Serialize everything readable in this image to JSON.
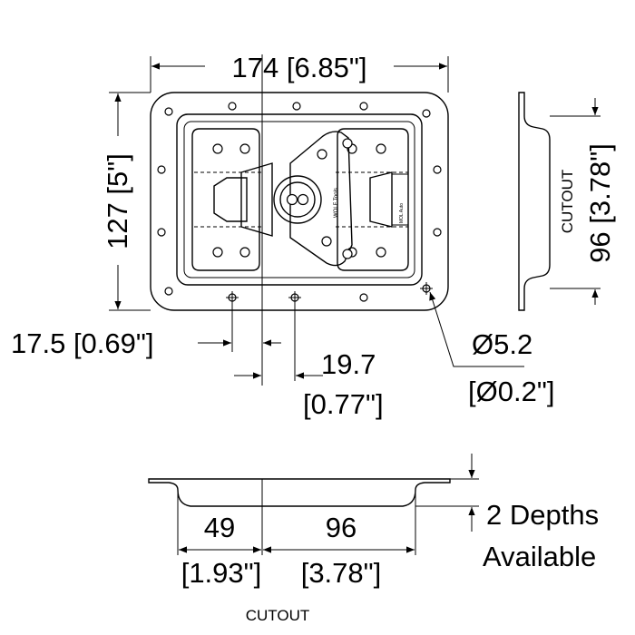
{
  "diagram": {
    "width_label": "174 [6.85\"]",
    "height_label": "127 [5\"]",
    "offset_a_label": "17.5 [0.69\"]",
    "offset_b_line1": "19.7",
    "offset_b_line2": "[0.77\"]",
    "hole_line1": "Ø5.2",
    "hole_line2": "[Ø0.2\"]",
    "side_cutout_word": "CUTOUT",
    "side_cutout_label": "96 [3.78\"]",
    "bottom_left_value": "49",
    "bottom_right_value": "96",
    "bottom_left_inch": "[1.93\"]",
    "bottom_right_inch": "[3.78\"]",
    "bottom_cutout_word": "CUTOUT",
    "depth_line1": "2 Depths",
    "depth_line2": "Available",
    "latch_text_1": "WOLF Tools",
    "latch_text_2": "MOL Auto"
  }
}
